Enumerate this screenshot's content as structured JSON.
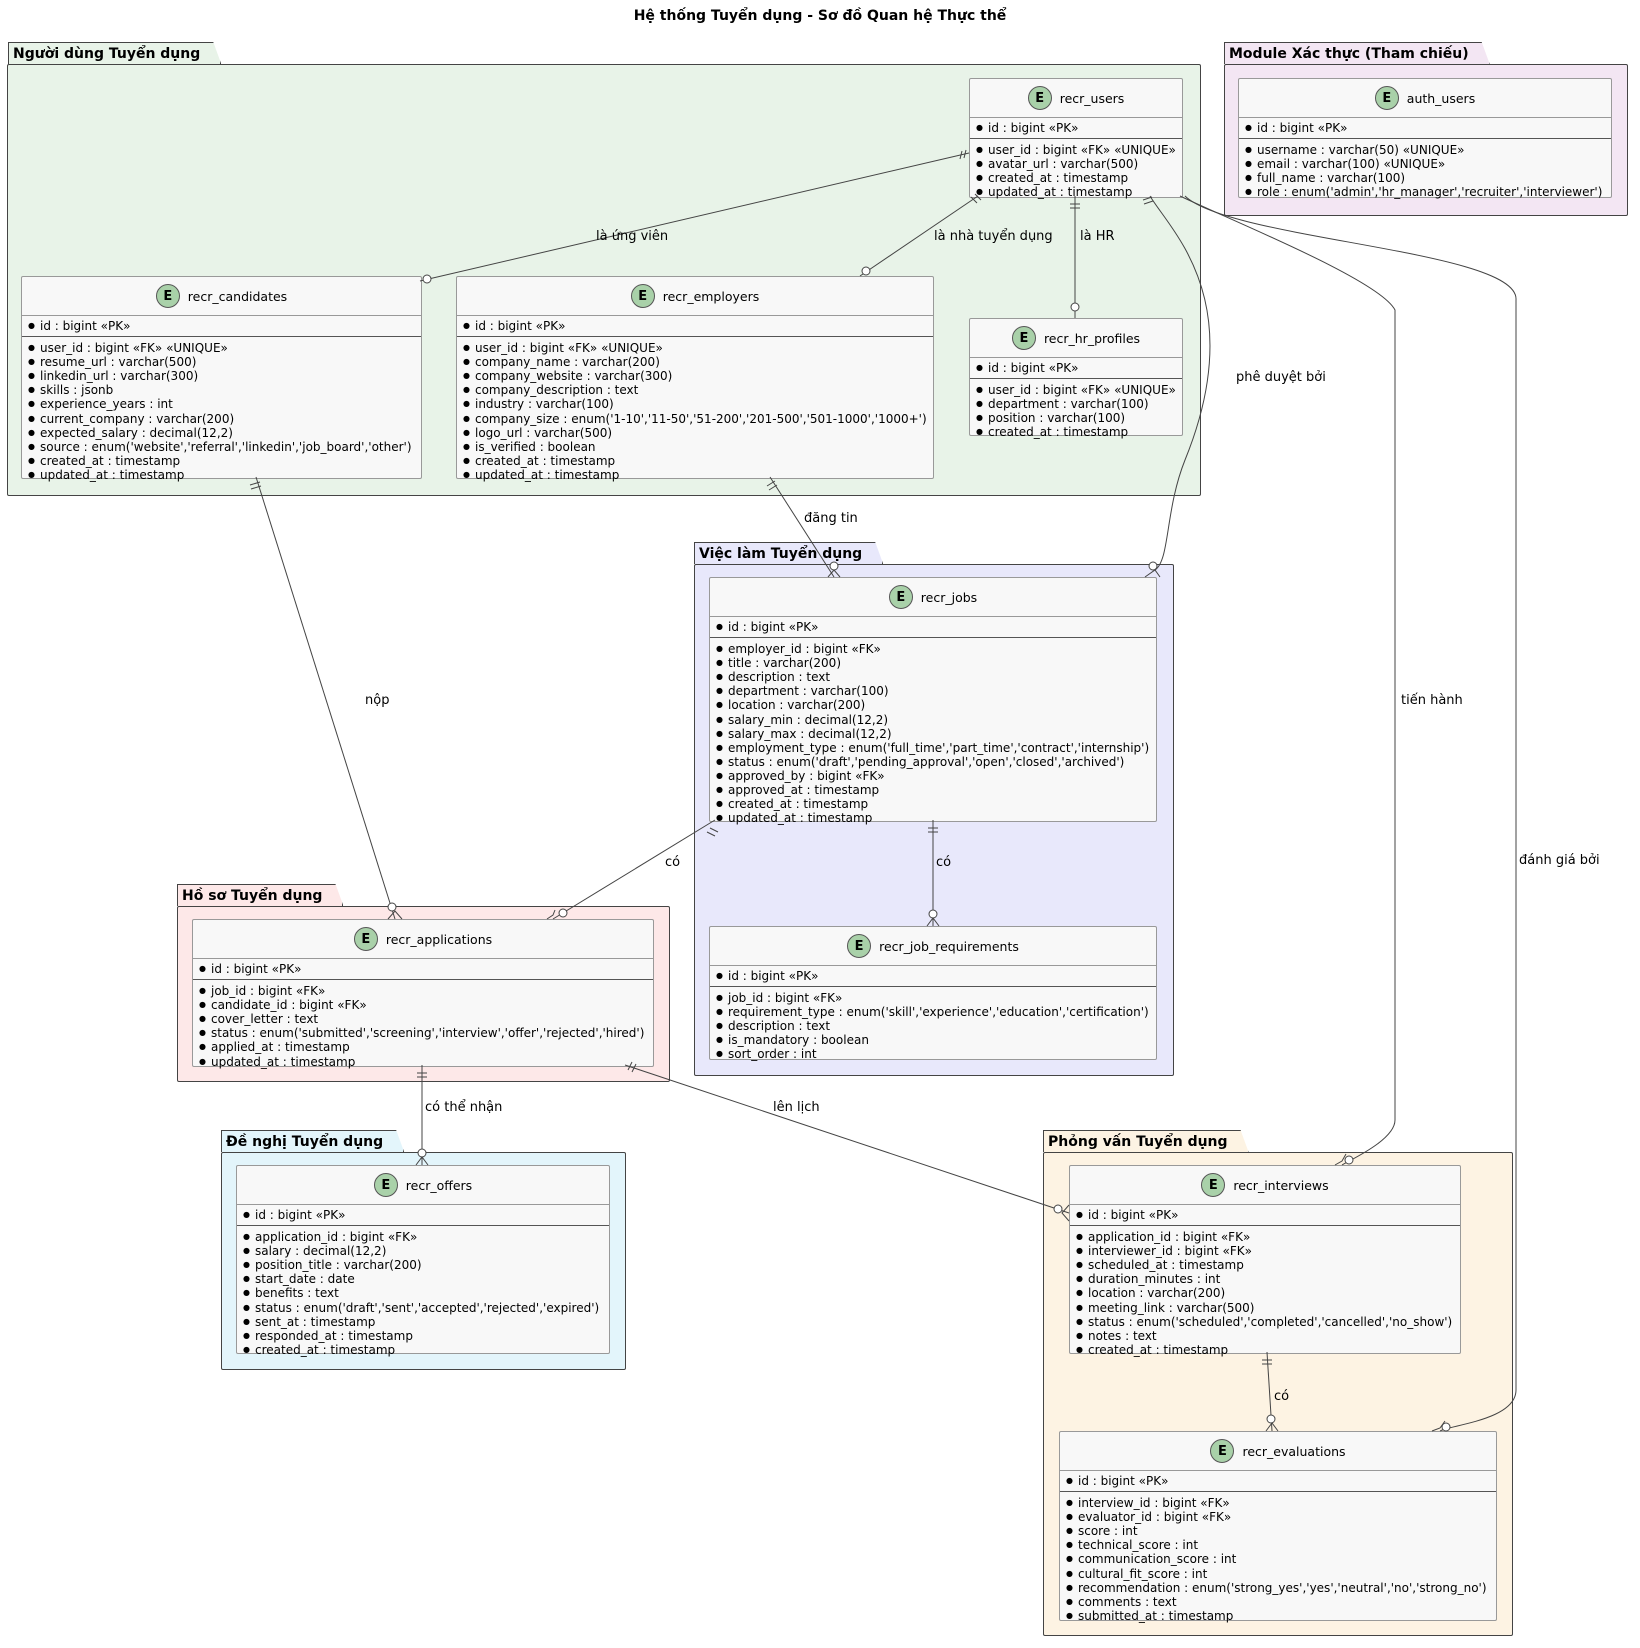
{
  "title": "Hệ thống Tuyển dụng - Sơ đồ Quan hệ Thực thể",
  "packages": {
    "users": {
      "label": "Người dùng Tuyển dụng",
      "color": "#e8f3e8"
    },
    "auth": {
      "label": "Module Xác thực (Tham chiếu)",
      "color": "#f3e6f3"
    },
    "jobs": {
      "label": "Việc làm Tuyển dụng",
      "color": "#e8e8fb"
    },
    "applications": {
      "label": "Hồ sơ Tuyển dụng",
      "color": "#fde8e8"
    },
    "offers": {
      "label": "Đề nghị Tuyển dụng",
      "color": "#e3f5fb"
    },
    "interviews": {
      "label": "Phỏng vấn Tuyển dụng",
      "color": "#fdf3e3"
    }
  },
  "entity_badge": "E",
  "entities": {
    "recr_users": {
      "name": "recr_users",
      "pk": "id : bigint «PK»",
      "fields": [
        "user_id : bigint «FK» «UNIQUE»",
        "avatar_url : varchar(500)",
        "created_at : timestamp",
        "updated_at : timestamp"
      ]
    },
    "auth_users": {
      "name": "auth_users",
      "pk": "id : bigint «PK»",
      "fields": [
        "username : varchar(50) «UNIQUE»",
        "email : varchar(100) «UNIQUE»",
        "full_name : varchar(100)",
        "role : enum('admin','hr_manager','recruiter','interviewer')"
      ]
    },
    "recr_candidates": {
      "name": "recr_candidates",
      "pk": "id : bigint «PK»",
      "fields": [
        "user_id : bigint «FK» «UNIQUE»",
        "resume_url : varchar(500)",
        "linkedin_url : varchar(300)",
        "skills : jsonb",
        "experience_years : int",
        "current_company : varchar(200)",
        "expected_salary : decimal(12,2)",
        "source : enum('website','referral','linkedin','job_board','other')",
        "created_at : timestamp",
        "updated_at : timestamp"
      ]
    },
    "recr_employers": {
      "name": "recr_employers",
      "pk": "id : bigint «PK»",
      "fields": [
        "user_id : bigint «FK» «UNIQUE»",
        "company_name : varchar(200)",
        "company_website : varchar(300)",
        "company_description : text",
        "industry : varchar(100)",
        "company_size : enum('1-10','11-50','51-200','201-500','501-1000','1000+')",
        "logo_url : varchar(500)",
        "is_verified : boolean",
        "created_at : timestamp",
        "updated_at : timestamp"
      ]
    },
    "recr_hr_profiles": {
      "name": "recr_hr_profiles",
      "pk": "id : bigint «PK»",
      "fields": [
        "user_id : bigint «FK» «UNIQUE»",
        "department : varchar(100)",
        "position : varchar(100)",
        "created_at : timestamp"
      ]
    },
    "recr_jobs": {
      "name": "recr_jobs",
      "pk": "id : bigint «PK»",
      "fields": [
        "employer_id : bigint «FK»",
        "title : varchar(200)",
        "description : text",
        "department : varchar(100)",
        "location : varchar(200)",
        "salary_min : decimal(12,2)",
        "salary_max : decimal(12,2)",
        "employment_type : enum('full_time','part_time','contract','internship')",
        "status : enum('draft','pending_approval','open','closed','archived')",
        "approved_by : bigint «FK»",
        "approved_at : timestamp",
        "created_at : timestamp",
        "updated_at : timestamp"
      ]
    },
    "recr_job_requirements": {
      "name": "recr_job_requirements",
      "pk": "id : bigint «PK»",
      "fields": [
        "job_id : bigint «FK»",
        "requirement_type : enum('skill','experience','education','certification')",
        "description : text",
        "is_mandatory : boolean",
        "sort_order : int"
      ]
    },
    "recr_applications": {
      "name": "recr_applications",
      "pk": "id : bigint «PK»",
      "fields": [
        "job_id : bigint «FK»",
        "candidate_id : bigint «FK»",
        "cover_letter : text",
        "status : enum('submitted','screening','interview','offer','rejected','hired')",
        "applied_at : timestamp",
        "updated_at : timestamp"
      ]
    },
    "recr_offers": {
      "name": "recr_offers",
      "pk": "id : bigint «PK»",
      "fields": [
        "application_id : bigint «FK»",
        "salary : decimal(12,2)",
        "position_title : varchar(200)",
        "start_date : date",
        "benefits : text",
        "status : enum('draft','sent','accepted','rejected','expired')",
        "sent_at : timestamp",
        "responded_at : timestamp",
        "created_at : timestamp"
      ]
    },
    "recr_interviews": {
      "name": "recr_interviews",
      "pk": "id : bigint «PK»",
      "fields": [
        "application_id : bigint «FK»",
        "interviewer_id : bigint «FK»",
        "scheduled_at : timestamp",
        "duration_minutes : int",
        "location : varchar(200)",
        "meeting_link : varchar(500)",
        "status : enum('scheduled','completed','cancelled','no_show')",
        "notes : text",
        "created_at : timestamp"
      ]
    },
    "recr_evaluations": {
      "name": "recr_evaluations",
      "pk": "id : bigint «PK»",
      "fields": [
        "interview_id : bigint «FK»",
        "evaluator_id : bigint «FK»",
        "score : int",
        "technical_score : int",
        "communication_score : int",
        "cultural_fit_score : int",
        "recommendation : enum('strong_yes','yes','neutral','no','strong_no')",
        "comments : text",
        "submitted_at : timestamp"
      ]
    }
  },
  "relations": {
    "candidate": "là ứng viên",
    "employer": "là nhà tuyển dụng",
    "hr": "là HR",
    "approved": "phê duyệt bởi",
    "conducts": "tiến hành",
    "evaluated": "đánh giá bởi",
    "posts": "đăng tin",
    "submits": "nộp",
    "job_app": "có",
    "job_req": "có",
    "offer": "có thể nhận",
    "schedule": "lên lịch",
    "interview_eval": "có"
  }
}
